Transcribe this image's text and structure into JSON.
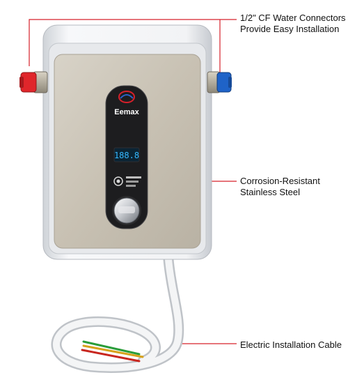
{
  "product": {
    "brand": "Eemax",
    "display_reading": "188.8"
  },
  "callouts": [
    {
      "lines": [
        "1/2\" CF Water Connectors",
        "Provide Easy Installation"
      ]
    },
    {
      "lines": [
        "Corrosion-Resistant",
        "Stainless Steel"
      ]
    },
    {
      "lines": [
        "Electric Installation Cable"
      ]
    }
  ],
  "colors": {
    "callout_line": "#d6202a",
    "hot_connector": "#e0262b",
    "cold_connector": "#1f63c8",
    "panel_steel": "#c9c2b5",
    "control_strip": "#1d1d1f",
    "display_digits": "#36b8ff"
  }
}
